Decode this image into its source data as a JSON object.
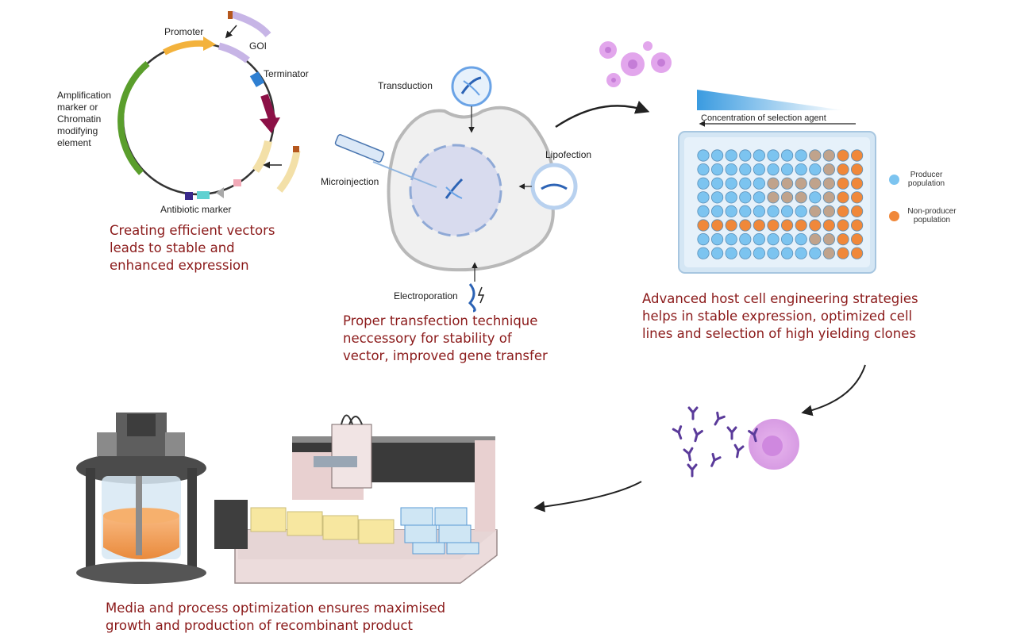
{
  "vector": {
    "labels": {
      "promoter": "Promoter",
      "goi": "GOI",
      "terminator": "Terminator",
      "amplification": [
        "Amplification",
        "marker or",
        "Chromatin",
        "modifying",
        "element"
      ],
      "antibiotic": "Antibiotic marker"
    },
    "caption": [
      "Creating efficient vectors",
      "leads to stable and",
      "enhanced expression"
    ]
  },
  "transfection": {
    "labels": {
      "transduction": "Transduction",
      "lipofection": "Lipofection",
      "microinjection": "Microinjection",
      "electroporation": "Electroporation"
    },
    "caption": [
      "Proper transfection technique",
      "neccessory for stability of",
      "vector, improved gene transfer"
    ]
  },
  "selection": {
    "gradient_label": "Concentration of selection agent",
    "legend": {
      "producer": [
        "Producer",
        "population"
      ],
      "non_producer": [
        "Non-producer",
        "population"
      ]
    },
    "caption": [
      "Advanced host cell engineering strategies",
      "helps in stable expression, optimized cell",
      "lines and selection of high yielding clones"
    ]
  },
  "process": {
    "caption": [
      "Media and process optimization ensures maximised",
      "growth and production of recombinant product"
    ]
  },
  "colors": {
    "caption": "#8b1a1a",
    "producer": "#7cc4f0",
    "non_producer": "#f0883a",
    "intermediate": "#c0a38c"
  }
}
